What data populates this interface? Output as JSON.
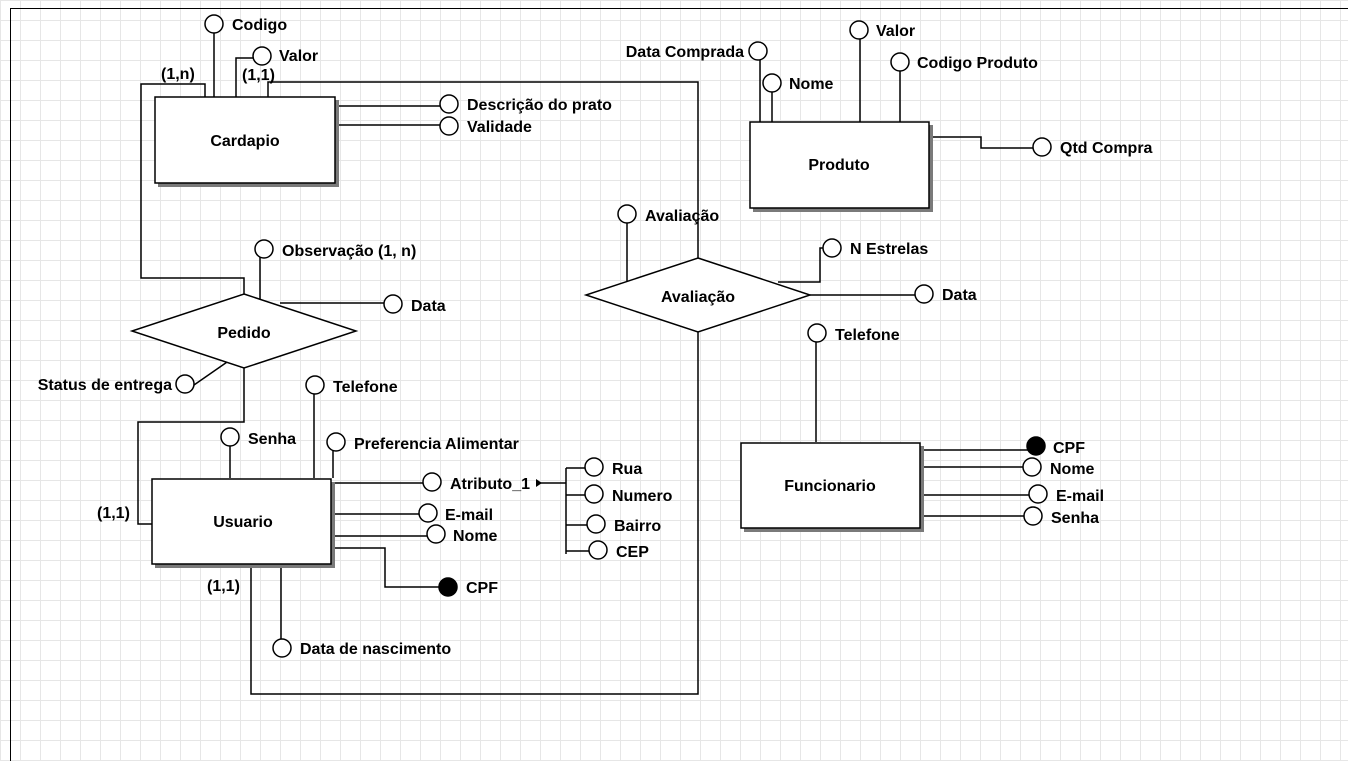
{
  "entities": {
    "cardapio": "Cardapio",
    "produto": "Produto",
    "usuario": "Usuario",
    "funcionario": "Funcionario"
  },
  "relationships": {
    "pedido": "Pedido",
    "avaliacao": "Avaliação"
  },
  "attributes": {
    "cardapio_codigo": "Codigo",
    "cardapio_valor": "Valor",
    "cardapio_descricao": "Descrição do prato",
    "cardapio_validade": "Validade",
    "produto_data_comprada": "Data Comprada",
    "produto_nome": "Nome",
    "produto_valor": "Valor",
    "produto_codigo": "Codigo Produto",
    "produto_qtd": "Qtd Compra",
    "avaliacao_attr": "Avaliação",
    "avaliacao_estrelas": "N Estrelas",
    "avaliacao_data": "Data",
    "pedido_observacao": "Observação (1, n)",
    "pedido_data": "Data",
    "pedido_status": "Status de entrega",
    "usuario_telefone": "Telefone",
    "usuario_senha": "Senha",
    "usuario_preferencia": "Preferencia Alimentar",
    "usuario_atributo": "Atributo_1",
    "usuario_rua": "Rua",
    "usuario_numero": "Numero",
    "usuario_bairro": "Bairro",
    "usuario_cep": "CEP",
    "usuario_email": "E-mail",
    "usuario_nome": "Nome",
    "usuario_cpf": "CPF",
    "usuario_nascimento": "Data de nascimento",
    "func_telefone": "Telefone",
    "func_cpf": "CPF",
    "func_nome": "Nome",
    "func_email": "E-mail",
    "func_senha": "Senha"
  },
  "cardinalities": {
    "cardapio_left": "(1,n)",
    "cardapio_right": "(1,1)",
    "usuario_left": "(1,1)",
    "usuario_bottom": "(1,1)"
  }
}
